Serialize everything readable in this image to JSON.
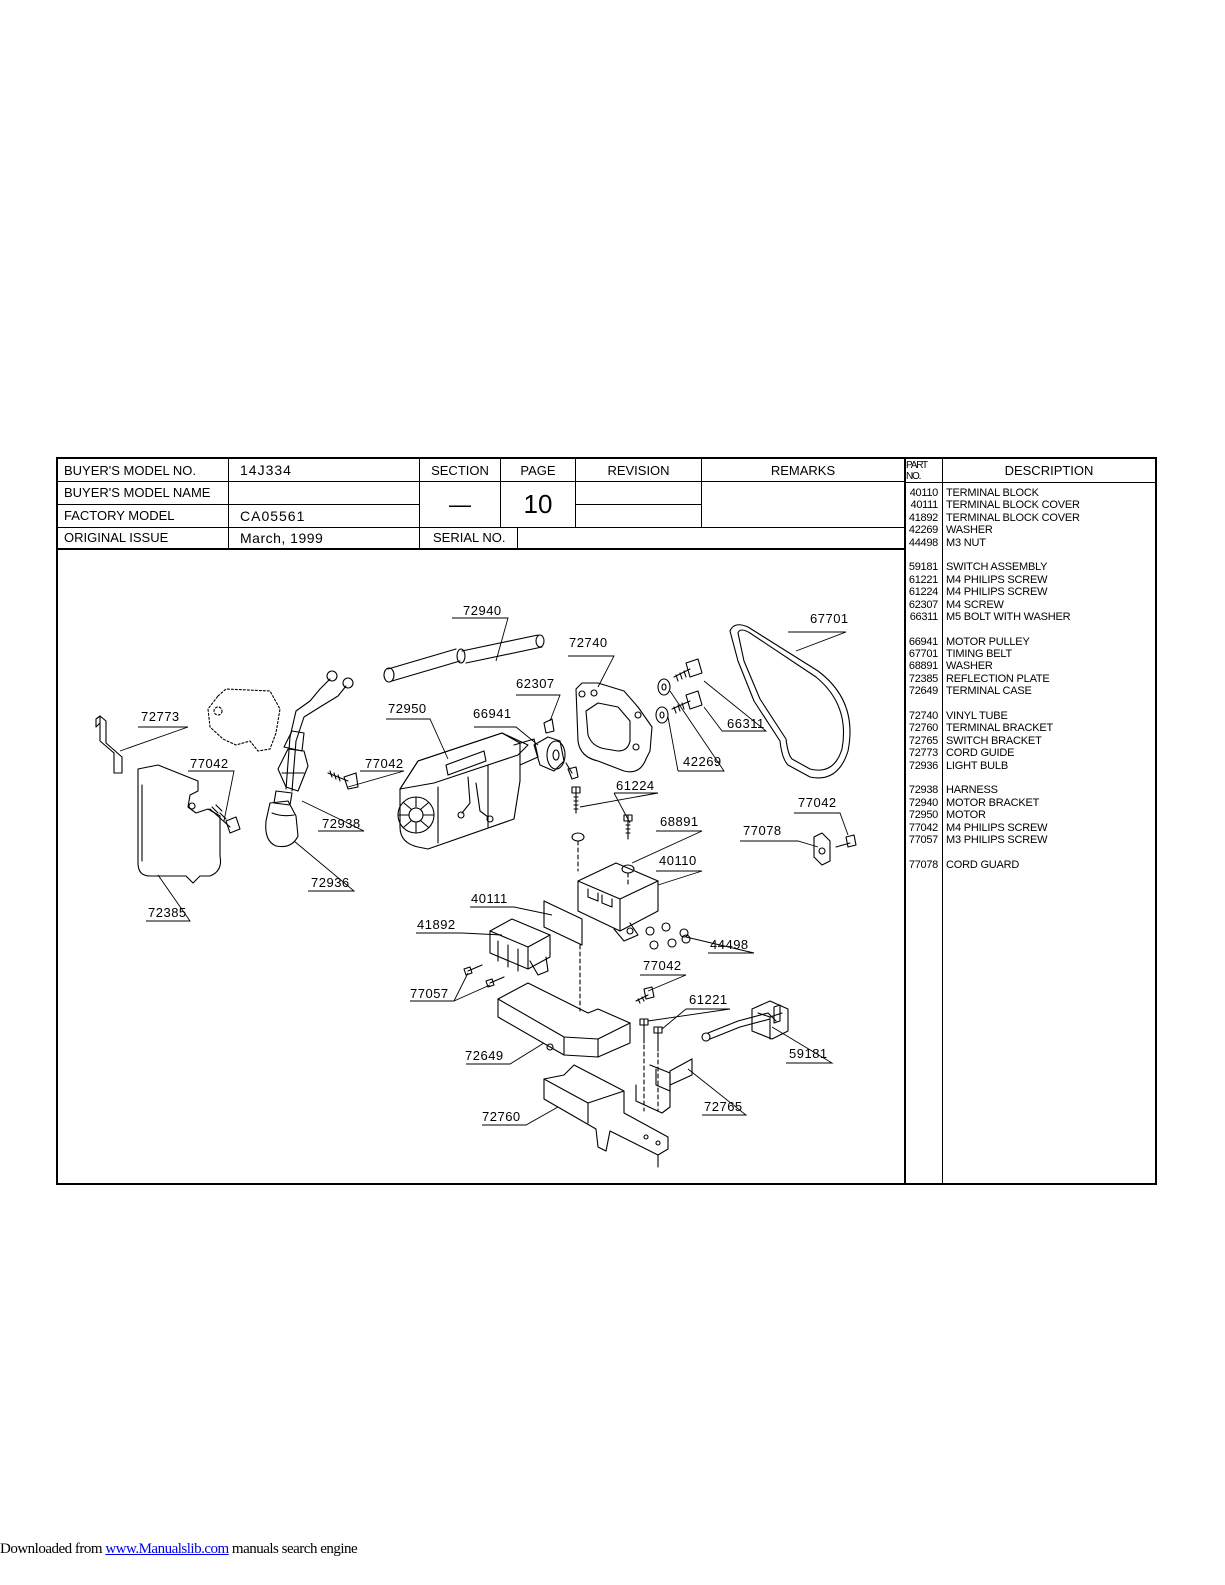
{
  "header": {
    "buyers_model_no_label": "BUYER'S  MODEL  NO.",
    "buyers_model_no": "14J334",
    "buyers_model_name_label": "BUYER'S  MODEL  NAME",
    "buyers_model_name": "",
    "factory_model_label": "FACTORY  MODEL",
    "factory_model": "CA05561",
    "original_issue_label": "ORIGINAL ISSUE",
    "original_issue": "March,  1999",
    "section_label": "SECTION",
    "section_value": "—",
    "page_label": "PAGE",
    "page_value": "10",
    "revision_label": "REVISION",
    "remarks_label": "REMARKS",
    "serial_no_label": "SERIAL NO.",
    "part_no_label": "PART NO.",
    "description_label": "DESCRIPTION"
  },
  "parts": [
    {
      "no": "40110",
      "desc": "TERMINAL BLOCK"
    },
    {
      "no": "40111",
      "desc": "TERMINAL BLOCK COVER"
    },
    {
      "no": "41892",
      "desc": "TERMINAL BLOCK COVER"
    },
    {
      "no": "42269",
      "desc": "WASHER"
    },
    {
      "no": "44498",
      "desc": "M3 NUT"
    },
    {
      "gap": true
    },
    {
      "no": "59181",
      "desc": "SWITCH ASSEMBLY"
    },
    {
      "no": "61221",
      "desc": "M4 PHILIPS SCREW"
    },
    {
      "no": "61224",
      "desc": "M4 PHILIPS SCREW"
    },
    {
      "no": "62307",
      "desc": "M4 SCREW"
    },
    {
      "no": "66311",
      "desc": "M5 BOLT WITH WASHER"
    },
    {
      "gap": true
    },
    {
      "no": "66941",
      "desc": "MOTOR PULLEY"
    },
    {
      "no": "67701",
      "desc": "TIMING BELT"
    },
    {
      "no": "68891",
      "desc": "WASHER"
    },
    {
      "no": "72385",
      "desc": "REFLECTION PLATE"
    },
    {
      "no": "72649",
      "desc": "TERMINAL CASE"
    },
    {
      "gap": true
    },
    {
      "no": "72740",
      "desc": "VINYL TUBE"
    },
    {
      "no": "72760",
      "desc": "TERMINAL BRACKET"
    },
    {
      "no": "72765",
      "desc": "SWITCH BRACKET"
    },
    {
      "no": "72773",
      "desc": "CORD GUIDE"
    },
    {
      "no": "72936",
      "desc": "LIGHT BULB"
    },
    {
      "gap": true
    },
    {
      "no": "72938",
      "desc": "HARNESS"
    },
    {
      "no": "72940",
      "desc": "MOTOR BRACKET"
    },
    {
      "no": "72950",
      "desc": "MOTOR"
    },
    {
      "no": "77042",
      "desc": "M4 PHILIPS SCREW"
    },
    {
      "no": "77057",
      "desc": "M3 PHILIPS SCREW"
    },
    {
      "gap": true
    },
    {
      "no": "77078",
      "desc": "CORD GUARD"
    }
  ],
  "diagram": {
    "callouts": {
      "c72940": "72940",
      "c67701": "67701",
      "c72740": "72740",
      "c62307": "62307",
      "c72773": "72773",
      "c72950": "72950",
      "c66941": "66941",
      "c66311": "66311",
      "c77042a": "77042",
      "c77042b": "77042",
      "c72938": "72938",
      "c42269": "42269",
      "c61224": "61224",
      "c77042c": "77042",
      "c68891": "68891",
      "c77078": "77078",
      "c72936": "72936",
      "c40110": "40110",
      "c72385": "72385",
      "c40111": "40111",
      "c41892": "41892",
      "c44498": "44498",
      "c77042d": "77042",
      "c77057": "77057",
      "c61221": "61221",
      "c72649": "72649",
      "c59181": "59181",
      "c72765": "72765",
      "c72760": "72760"
    }
  },
  "footer": {
    "prefix": "Downloaded from ",
    "link_text": "www.Manualslib.com",
    "suffix": "  manuals search engine"
  }
}
